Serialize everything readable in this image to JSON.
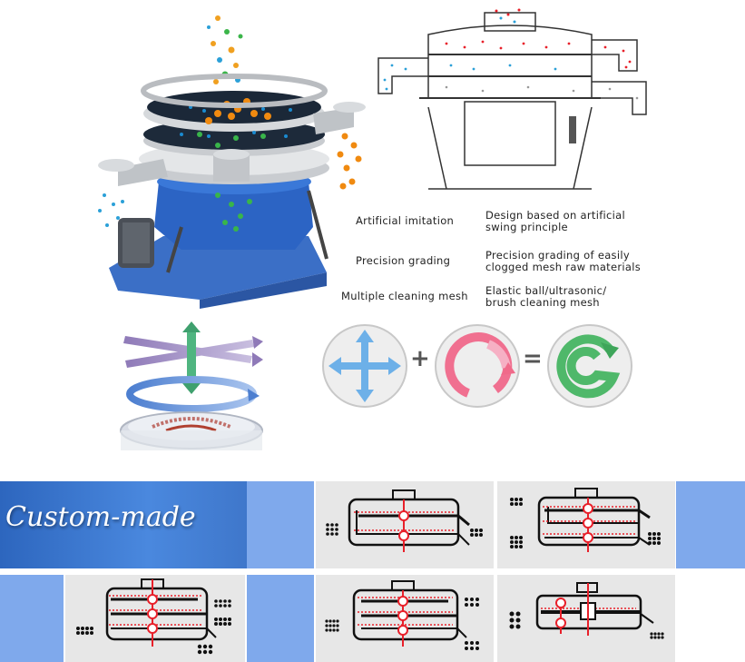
{
  "features": [
    {
      "name": "Artificial imitation",
      "desc_line1": "Design based on artificial",
      "desc_line2": "swing principle"
    },
    {
      "name": "Precision grading",
      "desc_line1": "Precision grading of easily",
      "desc_line2": "clogged mesh raw materials"
    },
    {
      "name": "Multiple cleaning mesh",
      "desc_line1": "Elastic ball/ultrasonic/",
      "desc_line2": "brush cleaning  mesh"
    }
  ],
  "equation": {
    "plus": "+",
    "equals": "="
  },
  "banner": {
    "label": "Custom-made"
  },
  "colors": {
    "banner_blue": "#3a73c9",
    "tile_blue": "#7fa9ec",
    "panel_gray": "#e7e7e7",
    "accent_red": "#e8202a"
  }
}
